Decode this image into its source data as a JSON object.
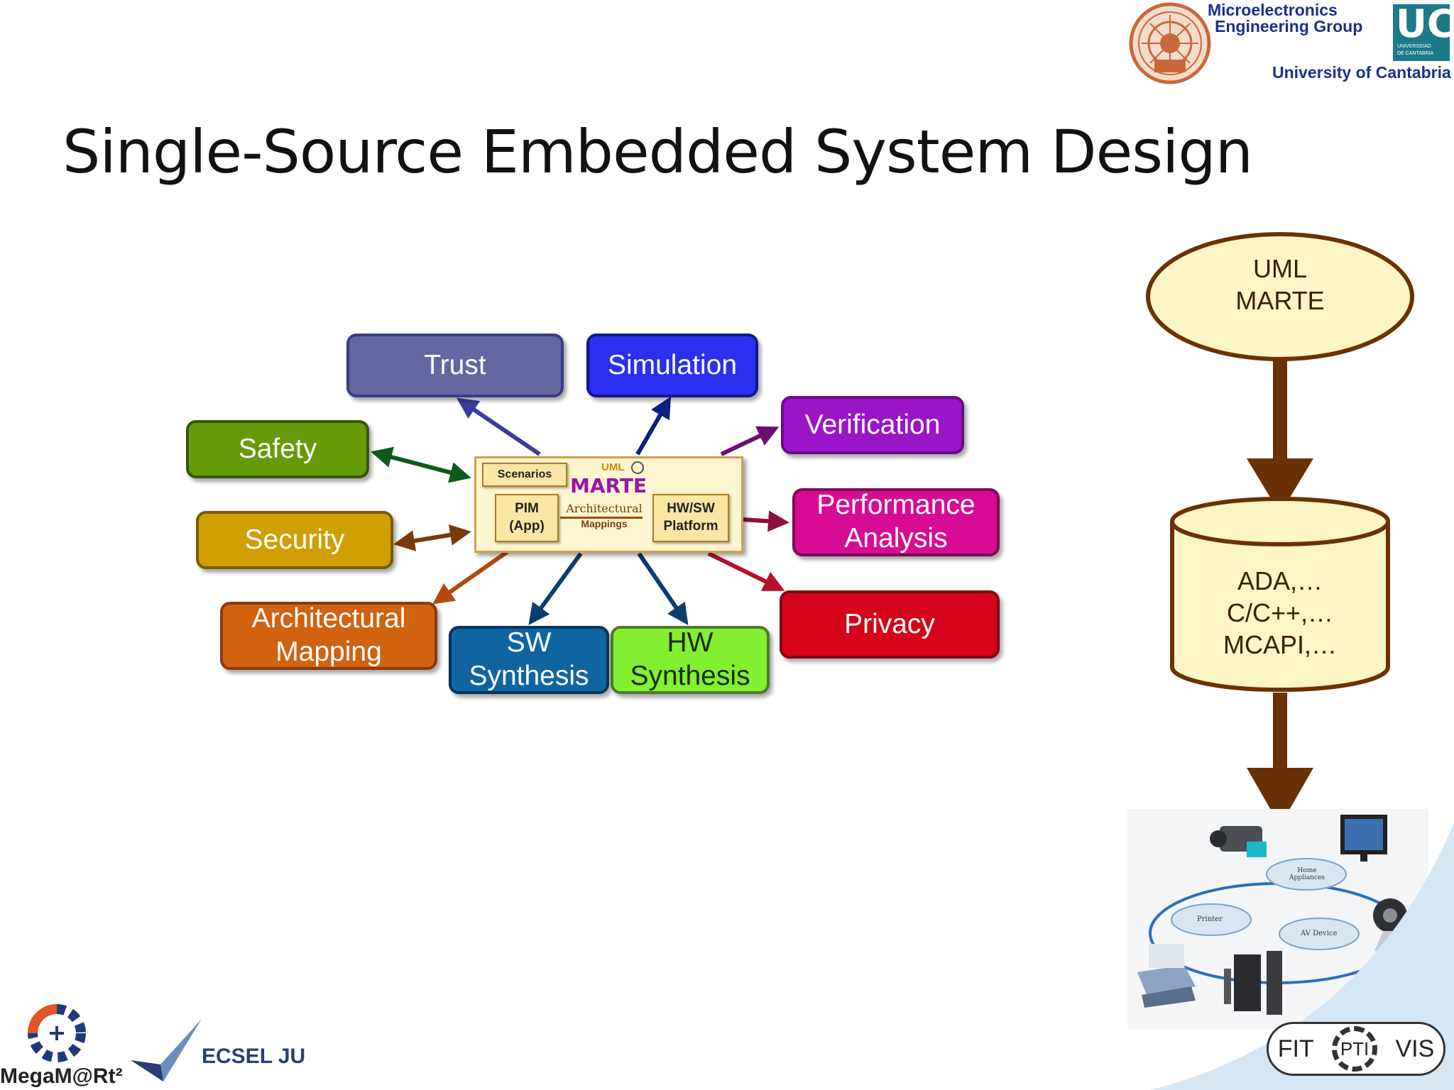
{
  "header": {
    "group_line1": "Microelectronics",
    "group_line2": "Engineering Group",
    "university": "University of Cantabria",
    "uc_logo_text": "UC",
    "uc_logo_sub1": "UNIVERSIDAD",
    "uc_logo_sub2": "DE CANTABRIA"
  },
  "slide": {
    "title": "Single-Source Embedded System Design"
  },
  "center": {
    "scenarios": "Scenarios",
    "uml": "UML",
    "marte": "MARTE",
    "pim_line1": "PIM",
    "pim_line2": "(App)",
    "arch_line1": "Architectural",
    "arch_line2": "Mappings",
    "hwsw_line1": "HW/SW",
    "hwsw_line2": "Platform"
  },
  "nodes": {
    "trust": "Trust",
    "simulation": "Simulation",
    "verification": "Verification",
    "safety": "Safety",
    "security": "Security",
    "performance_line1": "Performance",
    "performance_line2": "Analysis",
    "arch_mapping_line1": "Architectural",
    "arch_mapping_line2": "Mapping",
    "sw_line1": "SW",
    "sw_line2": "Synthesis",
    "hw_line1": "HW",
    "hw_line2": "Synthesis",
    "privacy": "Privacy"
  },
  "flow": {
    "model_line1": "UML",
    "model_line2": "MARTE",
    "code_line1": "ADA,…",
    "code_line2": "C/C++,…",
    "code_line3": "MCAPI,…"
  },
  "devices": {
    "home": "Home Appliances",
    "printer": "Printer",
    "av": "AV Device"
  },
  "footer": {
    "megamart": "MegaM@Rt²",
    "ecsel": "ECSEL JU",
    "fitoptivis_left": "FIT",
    "fitoptivis_mid": "PTI",
    "fitoptivis_right": "VIS"
  },
  "colors": {
    "trust": "#6466a0",
    "simulation": "#2b2ff0",
    "verification": "#9b15c8",
    "safety": "#659a08",
    "security": "#d09e00",
    "performance": "#d80c93",
    "arch_mapping": "#d06210",
    "sw": "#1065a0",
    "hw": "#84ef30",
    "privacy": "#d6041a",
    "flow_brown": "#6a3204",
    "flow_fill": "#fdf6c4"
  }
}
